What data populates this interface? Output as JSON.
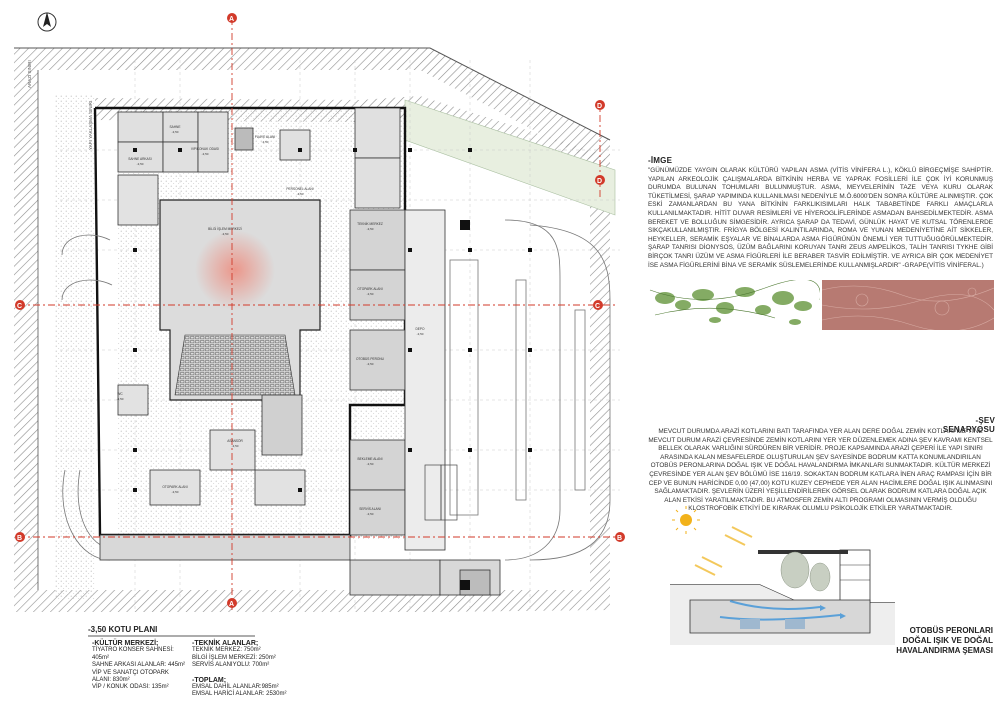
{
  "plan": {
    "title": "-3,50 KOTU PLANI",
    "section_marks": {
      "a": "A",
      "b": "B",
      "c": "C",
      "d": "D"
    },
    "side_label_left": "ARAZİ SINIRI",
    "side_label_left2": "YAPI YAKLAŞMA SINIRI",
    "level_tag": "-3,50",
    "labels": [
      "FUAYE ALANI",
      "SAHNE",
      "SAHNE ARKASI",
      "VIP/KONUK ODASI",
      "PERSONEL ALANI",
      "BİLGİ İŞLEM MERKEZİ",
      "TEKNİK MERKEZ",
      "OTOPARK ALANI",
      "OTOBÜS PERONU",
      "BEKLEME ALANI",
      "SERVİS ALANI",
      "DEPO",
      "WC",
      "ASANSÖR",
      "OTOPARK ALANI"
    ]
  },
  "legend": {
    "kultur_title": "-KÜLTÜR MERKEZİ;",
    "kultur_items": [
      "TİYATRO KONSER SAHNESİ: 405m²",
      "SAHNE ARKASI ALANLAR: 445m²",
      "VİP VE SANATÇI OTOPARK ALANI: 830m²",
      "VİP / KONUK ODASI: 135m²"
    ],
    "teknik_title": "-TEKNİK ALANLAR;",
    "teknik_items": [
      "TEKNİK MERKEZ: 750m²",
      "BİLGİ İŞLEM MERKEZİ: 250m²",
      "SERVİS ALANIYOLU: 700m²"
    ],
    "toplam_title": "-TOPLAM;",
    "toplam_items": [
      "EMSAL DAHİL ALANLAR:985m²",
      "EMSAL HARİCİ ALANLAR: 2530m²"
    ]
  },
  "imge": {
    "title": "-İMGE",
    "text": "\"GÜNÜMÜZDE YAYGIN OLARAK KÜLTÜRÜ YAPILAN ASMA (VİTİS VİNİFERA L.), KÖKLÜ BİRGEÇMİŞE SAHİPTİR. YAPILAN ARKEOLOJİK ÇALIŞMALARDA BİTKİNİN HERBA VE YAPRAK FOSİLLERİ İLE ÇOK İYİ KORUNMUŞ DURUMDA BULUNAN TOHUMLARI BULUNMUŞTUR. ASMA, MEYVELERİNİN TAZE VEYA KURU OLARAK TÜKETİLMESİ, ŞARAP YAPIMINDA KULLANILMASI NEDENİYLE M.Ö.6000'DEN SONRA KÜLTÜRE ALINMIŞTIR. ÇOK ESKİ ZAMANLARDAN BU YANA BİTKİNİN FARKLIKISIMLARI HALK TABABETİNDE FARKLI AMAÇLARLA KULLANILMAKTADIR. HİTİT DUVAR RESİMLERİ VE HİYEROGLİFLERİNDE ASMADAN BAHSEDİLMEKTEDİR. ASMA BEREKET VE BOLLUĞUN SİMGESİDİR. AYRICA ŞARAP DA TEDAVİ, GÜNLÜK HAYAT VE KUTSAL TÖRENLERDE SIKÇAKULLANILMIŞTIR. FRİGYA BÖLGESİ KALINTILARINDA, ROMA VE YUNAN MEDENİYETİNE AİT SİKKELER, HEYKELLER, SERAMİK EŞYALAR VE BİNALARDA ASMA FİGÜRÜNÜN ÖNEMLİ YER TUTTUĞUGÖRÜLMEKTEDİR. ŞARAP TANRISI DİONYSOS, ÜZÜM BAĞLARINI KORUYAN TANRI ZEUS AMPELİKOS, TALİH TANRISI TYKHE GİBİ BİRÇOK TANRI ÜZÜM VE ASMA FİGÜRLERİ İLE BERABER TASVİR EDİLMİŞTİR. VE AYRICA BİR ÇOK MEDENİYET İSE ASMA FİGÜRLERİNİ BİNA VE SERAMİK SÜSLEMELERİNDE KULLANMIŞLARDIR\" -GRAPE(VİTİS VİNİFERAL.)"
  },
  "sev": {
    "title": "-ŞEV SENARYOSU",
    "text": "MEVCUT DURUMDA ARAZİ KOTLARINI BATI TARAFINDA YER ALAN DERE DOĞAL ZEMİN KOTLARI İLE YİNE MEVCUT DURUM ARAZİ ÇEVRESİNDE ZEMİN KOTLARINI YER YER DÜZENLEMEK ADINA ŞEV KAVRAMI KENTSEL BELLEK OLARAK VARLIĞINI SÜRDÜREN BİR VERİDİR. PROJE KAPSAMINDA ARAZİ ÇEPERİ İLE YAPI SINIRI ARASINDA KALAN MESAFELERDE OLUŞTURULAN ŞEV SAYESİNDE BODRUM KATTA KONUMLANDIRILAN OTOBÜS PERONLARINA DOĞAL IŞIK VE DOĞAL HAVALANDIRMA İMKANLARI SUNMAKTADIR. KÜLTÜR MERKEZİ ÇEVRESİNDE YER ALAN ŞEV BÖLÜMÜ İSE 116/19. SOKAKTAN BODRUM KATLARA İNEN ARAÇ RAMPASI İÇİN BİR CEP VE BUNUN HARİCİNDE 0,00 (47,00) KOTU KUZEY CEPHEDE YER ALAN HACİMLERE DOĞAL IŞIK ALINMASINI SAĞLAMAKTADIR. ŞEVLERİN ÜZERİ YEŞİLLENDİRİLEREK GÖRSEL OLARAK BODRUM KATLARA DOĞAL AÇIK ALAN ETKİSİ YARATILMAKTADIR. BU ATMOSFER ZEMİN ALTI PROGRAMI OLMASININ VERMİŞ OLDUĞU KLOSTROFOBİK ETKİYİ DE KIRARAK OLUMLU PSİKOLOJİK ETKİLER YARATMAKTADIR."
  },
  "schema": {
    "line1": "OTOBÜS PERONLARI",
    "line2": "DOĞAL IŞIK VE DOĞAL",
    "line3": "HAVALANDIRMA ŞEMASI"
  },
  "colors": {
    "wall": "#222222",
    "hatch": "#9a9a9a",
    "red": "#d23a2a",
    "grey_room": "#cfcfcf",
    "leaf": "#6f9d4a",
    "texture": "#b77a72"
  }
}
